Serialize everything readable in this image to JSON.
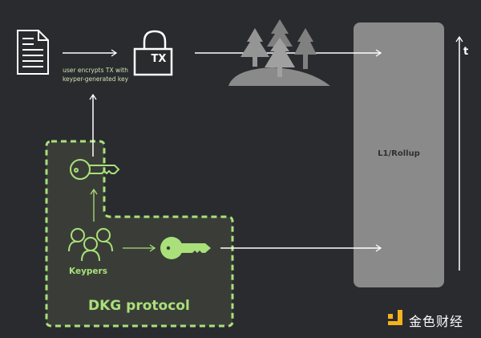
{
  "diagram": {
    "caption": "user encrypts TX with keyper-generated key",
    "tx_label": "TX",
    "chain_label": "L1/Rollup",
    "time_axis_label": "t",
    "keypers_label": "Keypers",
    "dkg_label": "DKG protocol",
    "watermark_text": "金色财经",
    "icons": [
      "document-icon",
      "padlock-icon",
      "forest-icon",
      "key-outline-icon",
      "keypers-group-icon",
      "key-filled-icon",
      "watermark-logo-icon"
    ],
    "colors": {
      "background": "#2a2b2f",
      "accent_green": "#a9e07a",
      "chain_box": "#8a8a8a",
      "forest": "#8f8f8f",
      "dkg_region": "#3a3d37",
      "watermark": "#f5b21d"
    }
  }
}
